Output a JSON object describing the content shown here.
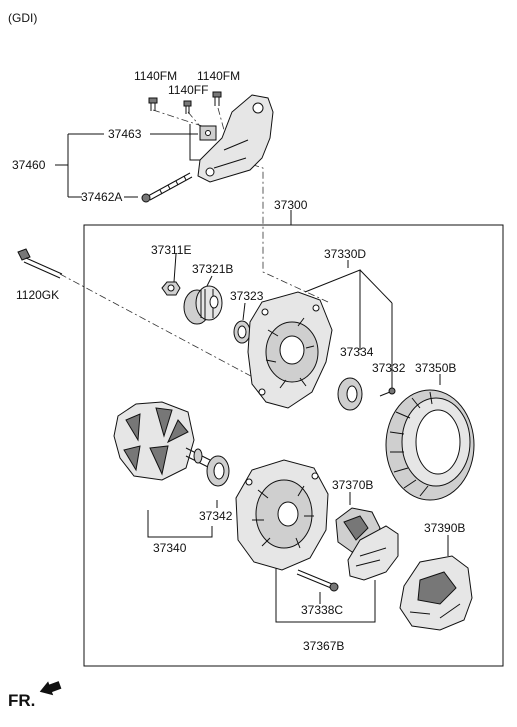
{
  "header": {
    "variant": "(GDI)"
  },
  "labels": {
    "l1140fm_a": "1140FM",
    "l1140fm_b": "1140FM",
    "l1140ff": "1140FF",
    "l37463": "37463",
    "l37460": "37460",
    "l37462a": "37462A",
    "l37300": "37300",
    "l1120gk": "1120GK",
    "l37311e": "37311E",
    "l37321b": "37321B",
    "l37330d": "37330D",
    "l37323": "37323",
    "l37334": "37334",
    "l37332": "37332",
    "l37350b": "37350B",
    "l37370b": "37370B",
    "l37342": "37342",
    "l37390b": "37390B",
    "l37340": "37340",
    "l37338c": "37338C",
    "l37367b": "37367B"
  },
  "footer": {
    "direction": "FR."
  },
  "icons": {
    "front_arrow": "arrow-icon"
  }
}
